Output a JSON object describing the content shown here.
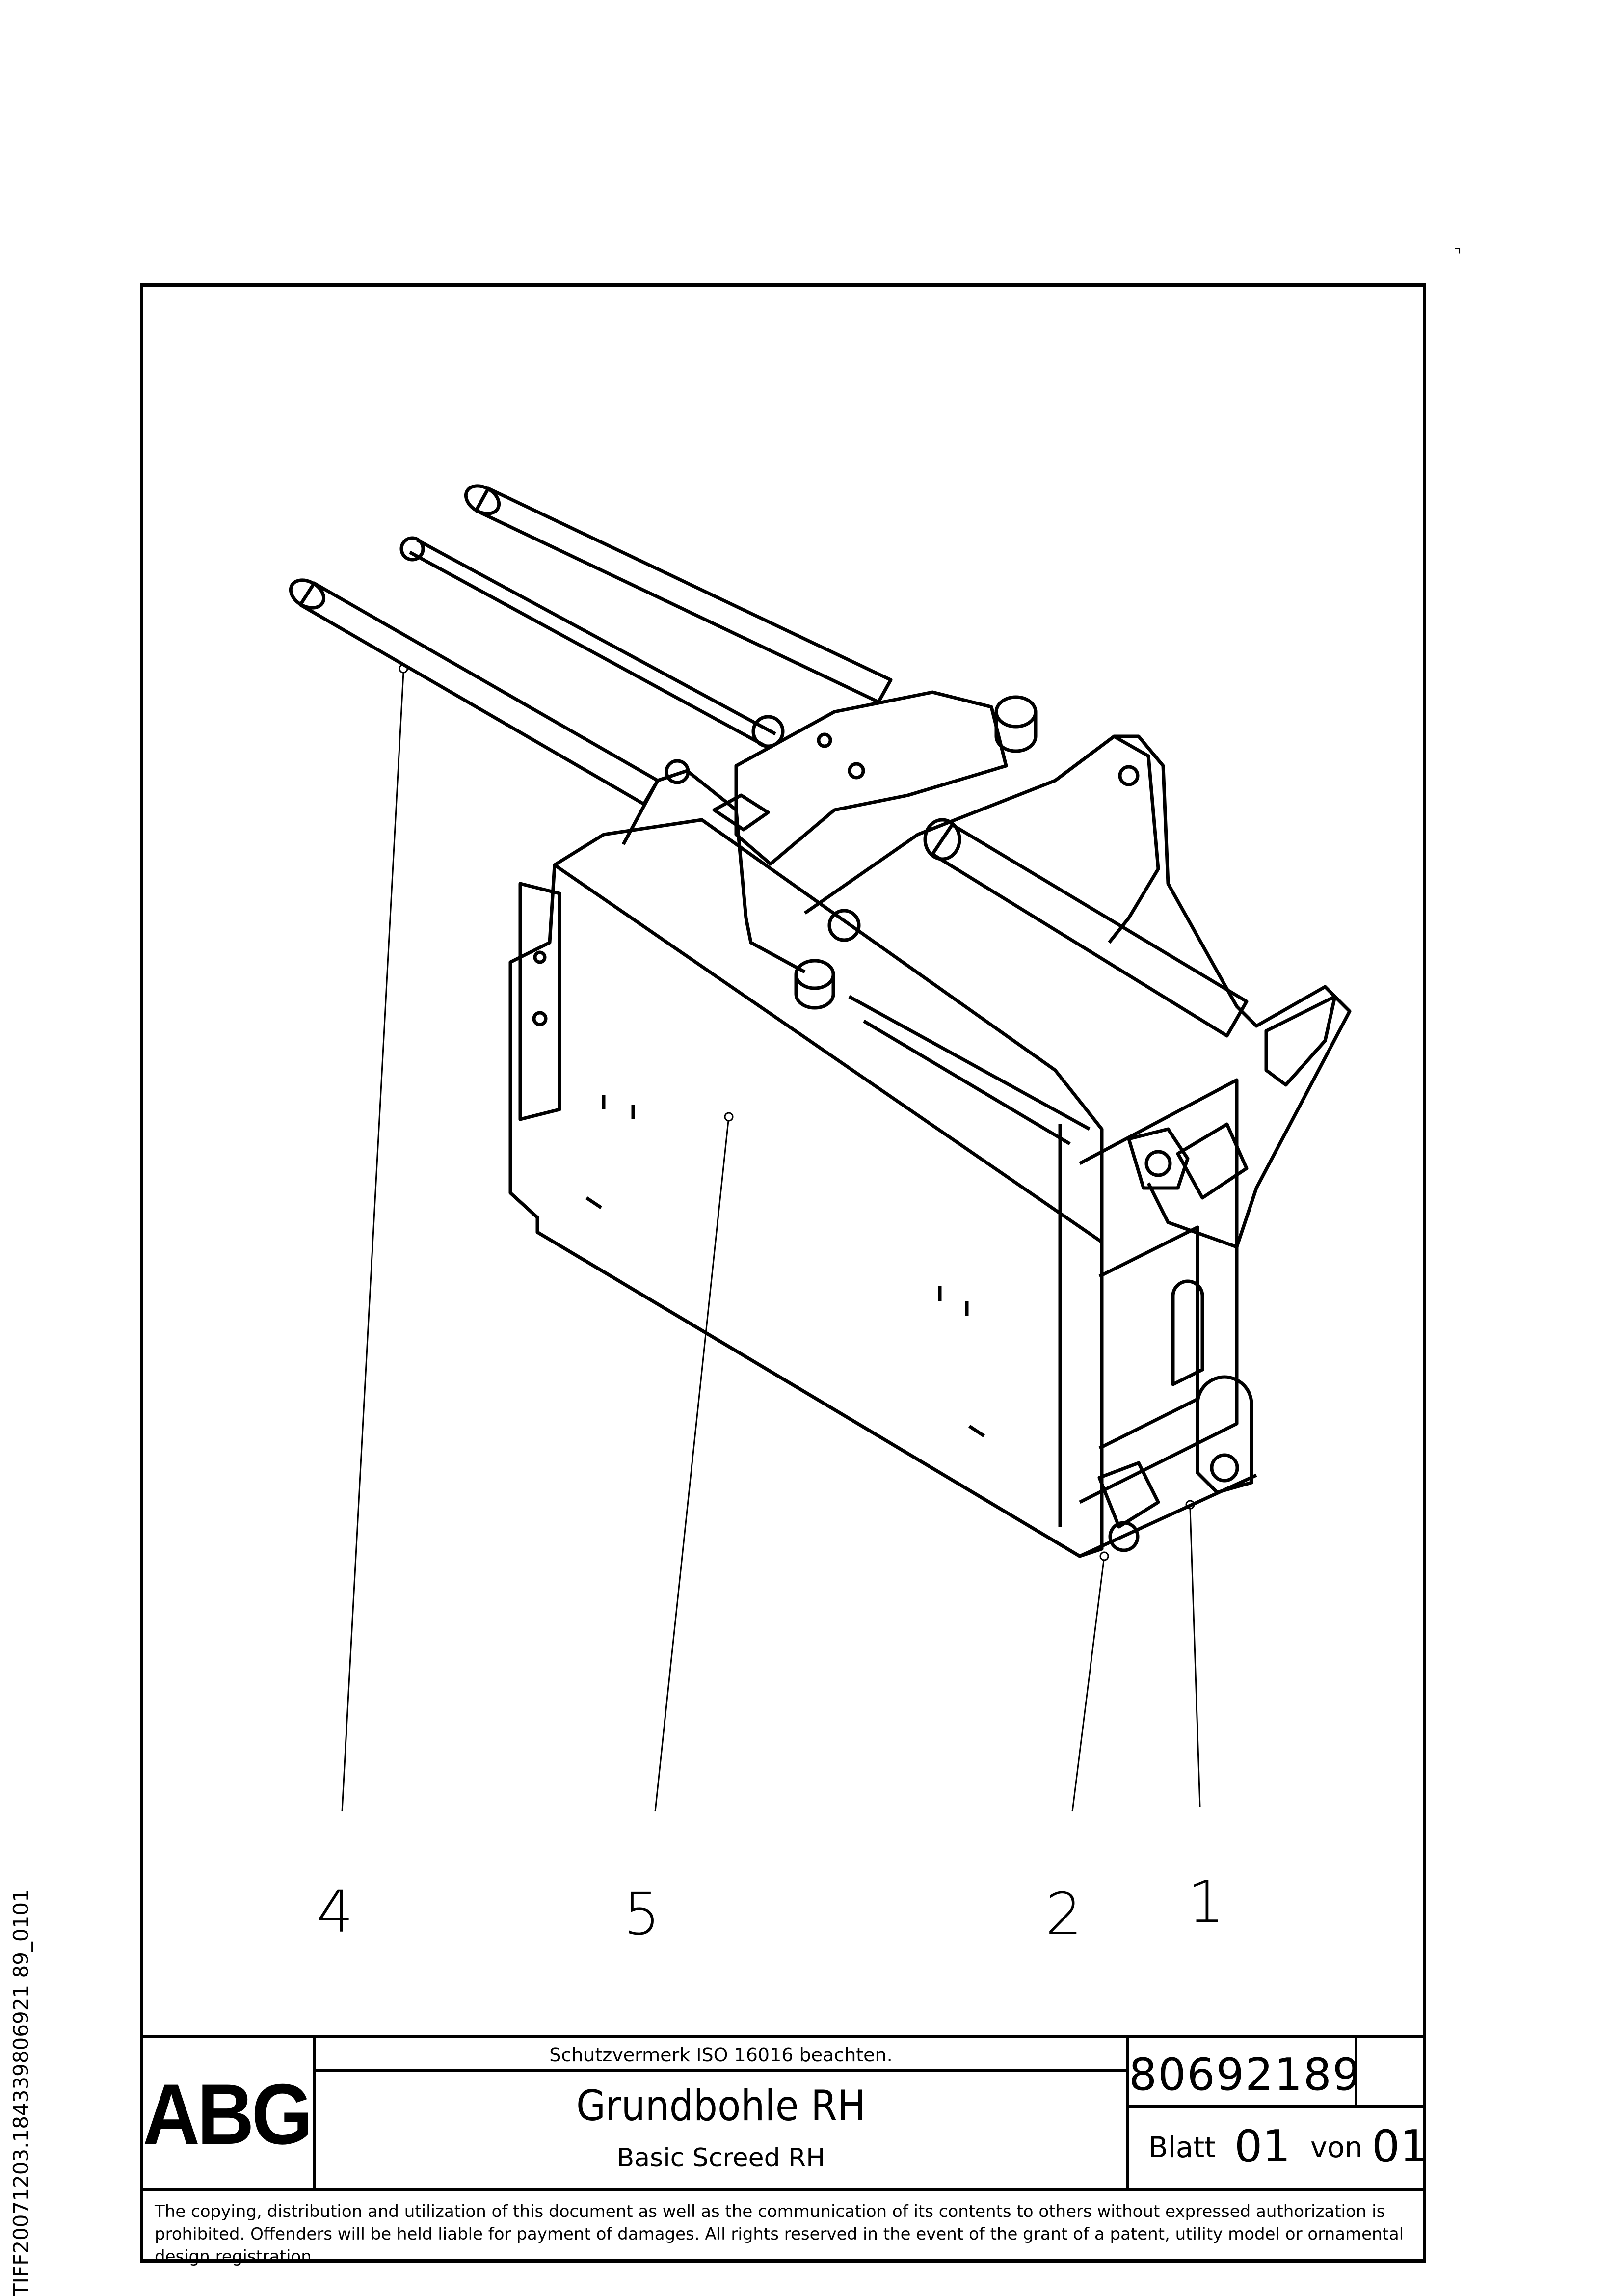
{
  "callouts": [
    "4",
    "5",
    "2",
    "1"
  ],
  "title_block": {
    "logo": "ABG",
    "protection_note": "Schutzvermerk ISO 16016 beachten.",
    "title_de": "Grundbohle RH",
    "title_en": "Basic Screed RH",
    "document_number": "80692189",
    "sheet_label": "Blatt",
    "sheet_number": "01",
    "of_label": "von",
    "sheet_total": "01"
  },
  "copyright": "The copying, distribution and utilization of this document as well as the communication of its contents to others without expressed authorization is prohibited. Offenders will be held liable for payment of damages. All rights reserved in the event of the grant of a patent, utility model or ornamental design registration.",
  "side_label": "TIFF20071203.184339806921 89_0101",
  "corner_mark": "⌝",
  "icons": [
    "abg-logo",
    "screed-assembly-drawing"
  ]
}
